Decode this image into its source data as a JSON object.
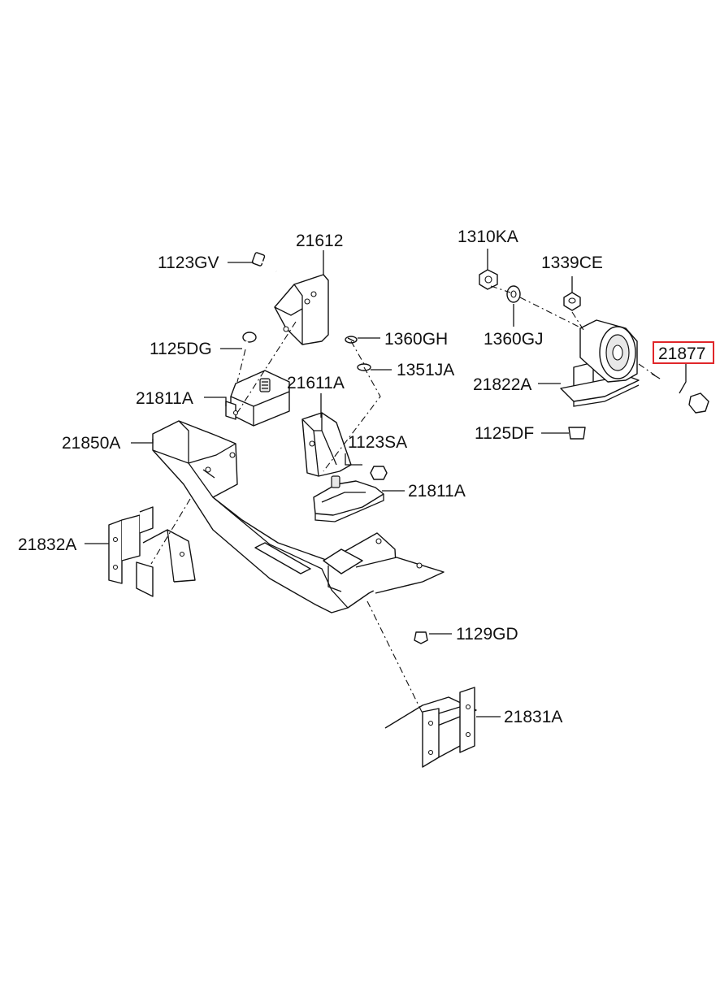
{
  "diagram": {
    "highlight_color": "#e0262a",
    "line_color": "#111111",
    "callouts": [
      {
        "id": "c-1123GV",
        "text": "1123GV",
        "part": "bolt"
      },
      {
        "id": "c-21612",
        "text": "21612",
        "part": "bracket"
      },
      {
        "id": "c-1125DG",
        "text": "1125DG",
        "part": "bolt"
      },
      {
        "id": "c-1360GH",
        "text": "1360GH",
        "part": "washer"
      },
      {
        "id": "c-1351JA",
        "text": "1351JA",
        "part": "washer"
      },
      {
        "id": "c-21611A",
        "text": "21611A",
        "part": "bracket"
      },
      {
        "id": "c-21811A-left",
        "text": "21811A",
        "part": "insulator"
      },
      {
        "id": "c-21850A",
        "text": "21850A",
        "part": "crossmember"
      },
      {
        "id": "c-1123SA",
        "text": "1123SA",
        "part": "bolt"
      },
      {
        "id": "c-21811A-right",
        "text": "21811A",
        "part": "insulator"
      },
      {
        "id": "c-21832A",
        "text": "21832A",
        "part": "bracket"
      },
      {
        "id": "c-1129GD",
        "text": "1129GD",
        "part": "bolt"
      },
      {
        "id": "c-21831A",
        "text": "21831A",
        "part": "bracket"
      },
      {
        "id": "c-1310KA",
        "text": "1310KA",
        "part": "nut"
      },
      {
        "id": "c-1339CE",
        "text": "1339CE",
        "part": "nut"
      },
      {
        "id": "c-1360GJ",
        "text": "1360GJ",
        "part": "washer"
      },
      {
        "id": "c-21877",
        "text": "21877",
        "part": "bolt",
        "highlighted": true
      },
      {
        "id": "c-21822A",
        "text": "21822A",
        "part": "rear-mount"
      },
      {
        "id": "c-1125DF",
        "text": "1125DF",
        "part": "bolt"
      }
    ]
  }
}
